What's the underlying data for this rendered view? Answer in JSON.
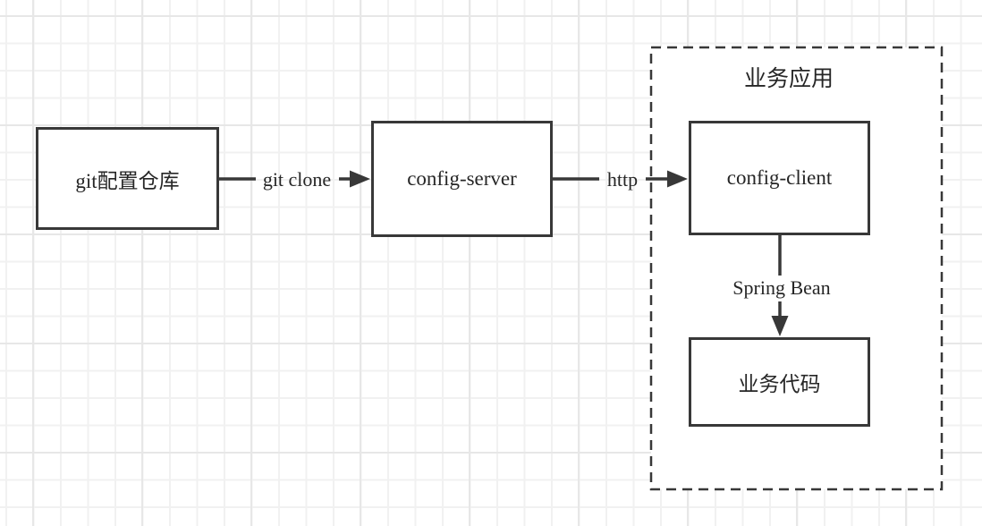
{
  "colors": {
    "stroke": "#383838",
    "text": "#262626",
    "node-fill": "#ffffff"
  },
  "diagram": {
    "group": {
      "title": "业务应用"
    },
    "nodes": [
      {
        "id": "git-repo",
        "label": "git配置仓库"
      },
      {
        "id": "config-server",
        "label": "config-server"
      },
      {
        "id": "config-client",
        "label": "config-client"
      },
      {
        "id": "business-code",
        "label": "业务代码"
      }
    ],
    "edges": [
      {
        "from": "git-repo",
        "to": "config-server",
        "label": "git clone"
      },
      {
        "from": "config-server",
        "to": "config-client",
        "label": "http"
      },
      {
        "from": "config-client",
        "to": "business-code",
        "label": "Spring Bean"
      }
    ]
  }
}
